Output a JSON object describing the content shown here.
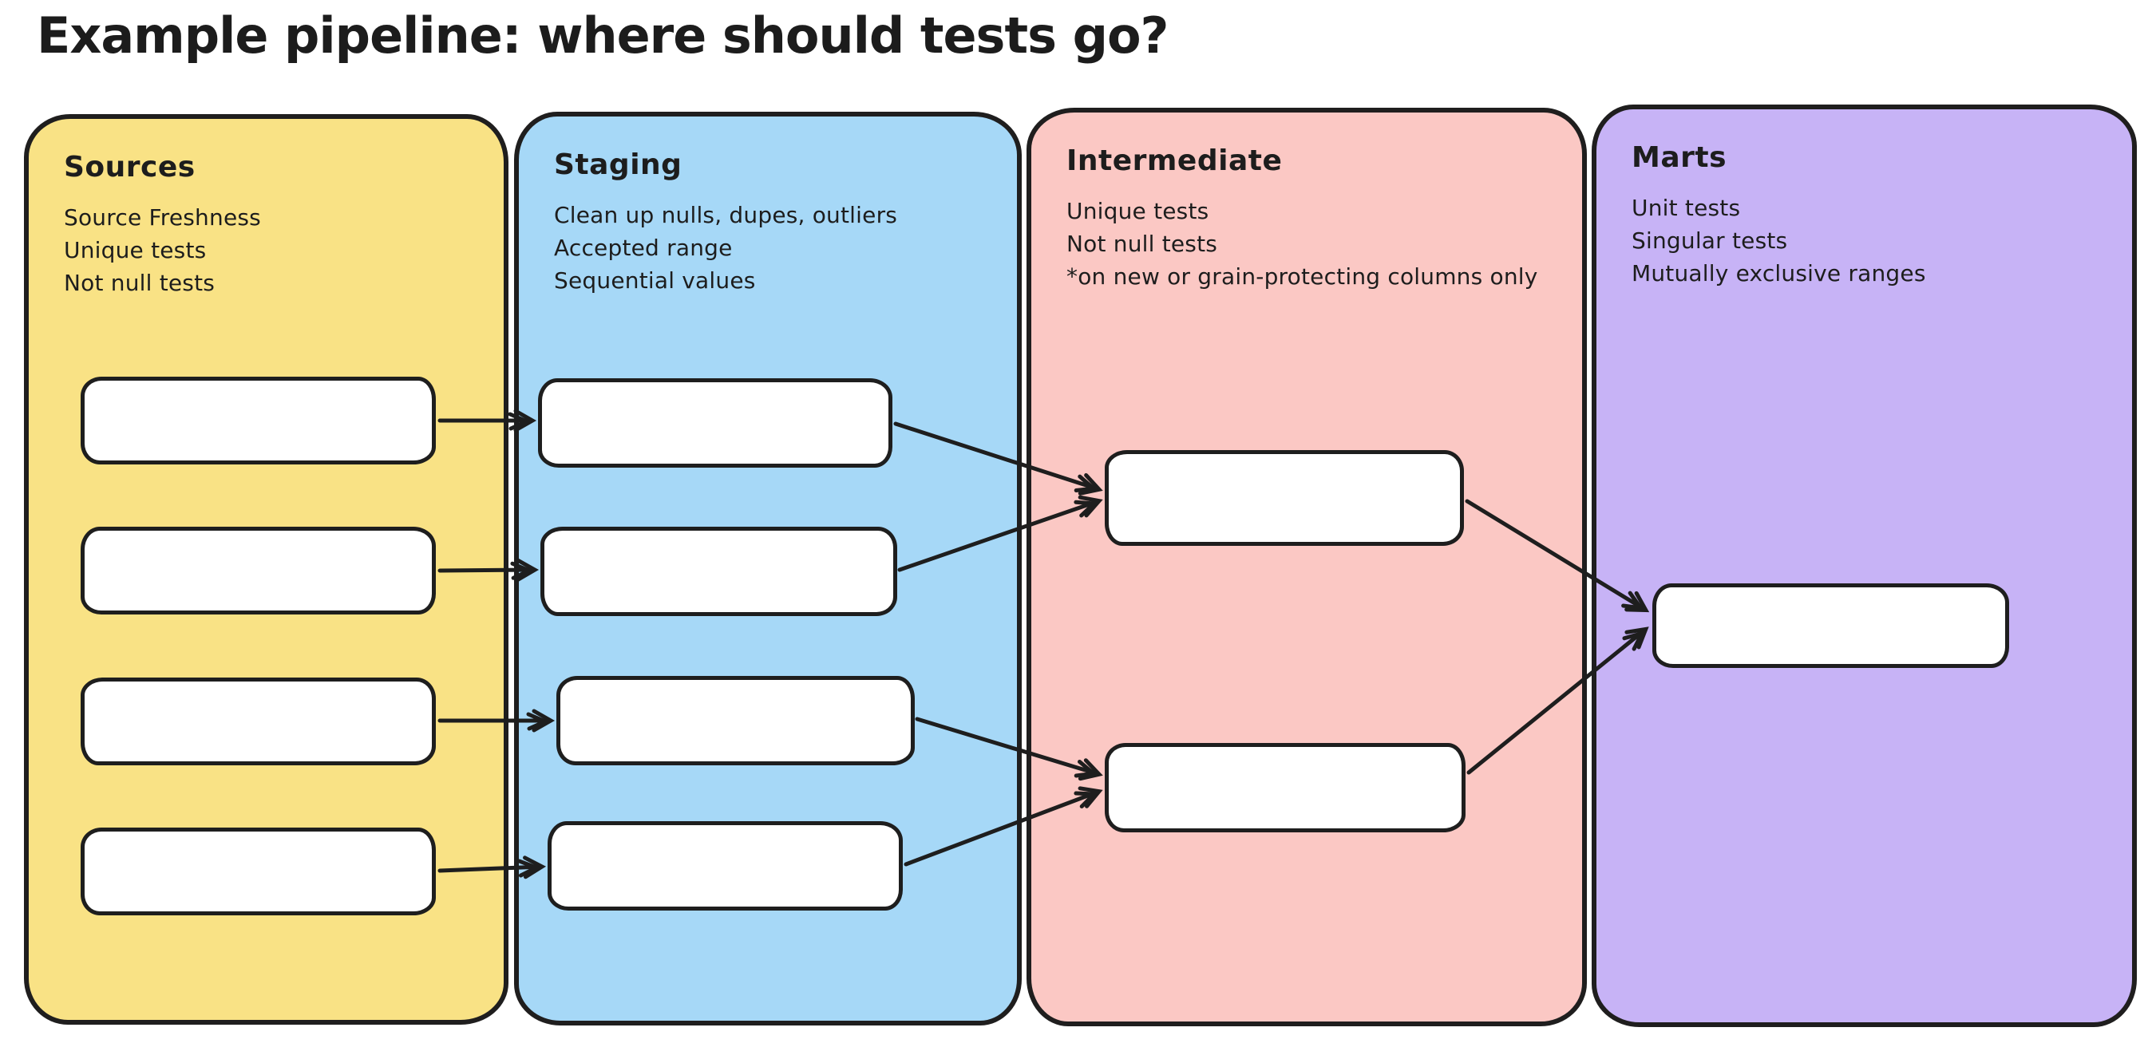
{
  "page": {
    "title": "Example pipeline: where should tests go?"
  },
  "diagram": {
    "stroke_color": "#1E1E1E",
    "columns": [
      {
        "label": "Sources",
        "fill": "#F9E285",
        "notes": [
          "Source Freshness",
          "Unique tests",
          "Not null tests"
        ],
        "model_box_count": 4
      },
      {
        "label": "Staging",
        "fill": "#A6D8F7",
        "notes": [
          "Clean up nulls, dupes, outliers",
          "Accepted range",
          "Sequential values"
        ],
        "model_box_count": 4
      },
      {
        "label": "Intermediate",
        "fill": "#FBC8C4",
        "notes": [
          "Unique tests",
          "Not null tests",
          "*on new or grain-protecting columns only"
        ],
        "model_box_count": 2
      },
      {
        "label": "Marts",
        "fill": "#C7B3F6",
        "notes": [
          "Unit tests",
          "Singular tests",
          "Mutually exclusive ranges"
        ],
        "model_box_count": 1
      }
    ],
    "edges": [
      "sources-model-1 -> staging-model-1",
      "sources-model-2 -> staging-model-2",
      "sources-model-3 -> staging-model-3",
      "sources-model-4 -> staging-model-4",
      "staging-model-1 -> intermediate-model-1",
      "staging-model-2 -> intermediate-model-1",
      "staging-model-3 -> intermediate-model-2",
      "staging-model-4 -> intermediate-model-2",
      "intermediate-model-1 -> marts-model-1",
      "intermediate-model-2 -> marts-model-1"
    ]
  }
}
